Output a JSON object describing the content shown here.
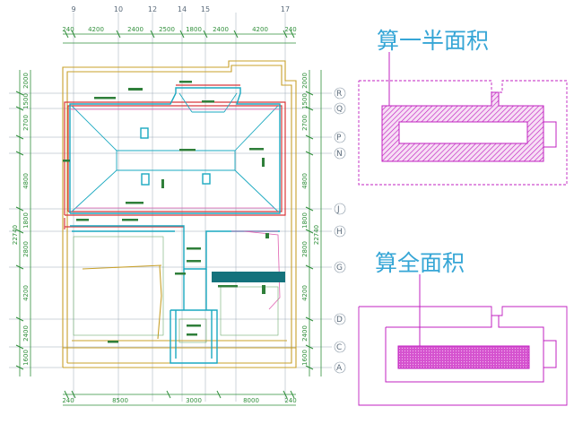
{
  "plan": {
    "dim_top": [
      "240",
      "4200",
      "2400",
      "2500",
      "1800",
      "2400",
      "4200",
      "240"
    ],
    "dim_bottom": [
      "240",
      "8500",
      "3000",
      "8000",
      "240"
    ],
    "dim_left": [
      "2000",
      "1500",
      "2700",
      "4800",
      "1800",
      "2800",
      "4200",
      "2400",
      "1600"
    ],
    "dim_left_total": "22740",
    "dim_right": [
      "2000",
      "1500",
      "2700",
      "4800",
      "1800",
      "2800",
      "4200",
      "2400",
      "1600"
    ],
    "dim_right_total": "22740",
    "axis_top": [
      "9",
      "10",
      "12",
      "14",
      "15",
      "17"
    ],
    "axis_right": [
      "R",
      "Q",
      "P",
      "N",
      "J",
      "H",
      "G",
      "D",
      "C",
      "A"
    ]
  },
  "legend": {
    "half_title": "算一半面积",
    "full_title": "算全面积"
  },
  "colors": {
    "wall_red": "#d8363a",
    "wall_cyan": "#1aa9c0",
    "outline_yellow": "#c8a02a",
    "dim_green": "#2f8f3a",
    "axis_gray": "#6a7a8a",
    "magenta": "#c020c0",
    "fill_magenta": "#e070d8",
    "title_cyan": "#36a6d6"
  }
}
